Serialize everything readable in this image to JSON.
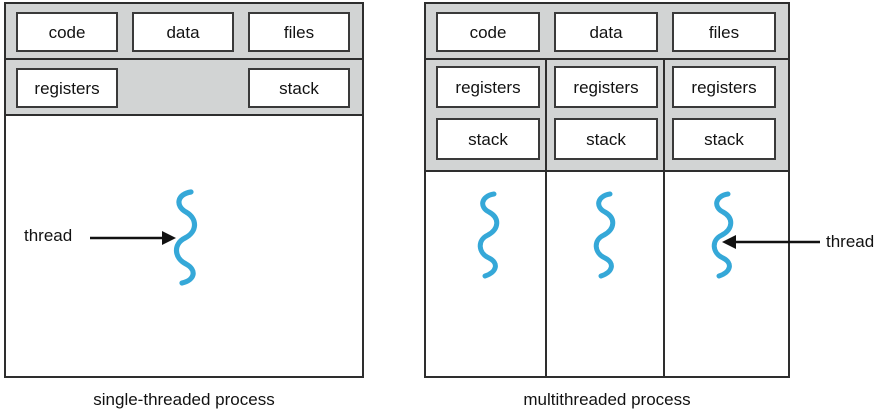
{
  "figure": {
    "title_caption_left": "single-threaded process",
    "title_caption_right": "multithreaded process",
    "thread_label_left": "thread",
    "thread_label_right": "thread",
    "colors": {
      "thread_squiggle": "#35a8d8",
      "band_gray": "#d2d4d4",
      "border_dark": "#2e2e2e",
      "box_border": "#3a3a3a",
      "canvas": "#ffffff",
      "text": "#121212"
    },
    "icons": {
      "thread_squiggle": "squiggle-icon",
      "pointer_left": "arrow-right-icon",
      "pointer_right": "arrow-left-icon"
    }
  },
  "single_threaded": {
    "shared_row": [
      {
        "label": "code"
      },
      {
        "label": "data"
      },
      {
        "label": "files"
      }
    ],
    "per_thread_row": [
      {
        "label": "registers"
      },
      {
        "label": "stack"
      }
    ],
    "thread_count": 1,
    "threads": [
      {
        "name": "thread-1"
      }
    ]
  },
  "multi_threaded": {
    "shared_row": [
      {
        "label": "code"
      },
      {
        "label": "data"
      },
      {
        "label": "files"
      }
    ],
    "columns": [
      {
        "registers": "registers",
        "stack": "stack",
        "thread": "thread-1"
      },
      {
        "registers": "registers",
        "stack": "stack",
        "thread": "thread-2"
      },
      {
        "registers": "registers",
        "stack": "stack",
        "thread": "thread-3"
      }
    ],
    "thread_count": 3
  }
}
